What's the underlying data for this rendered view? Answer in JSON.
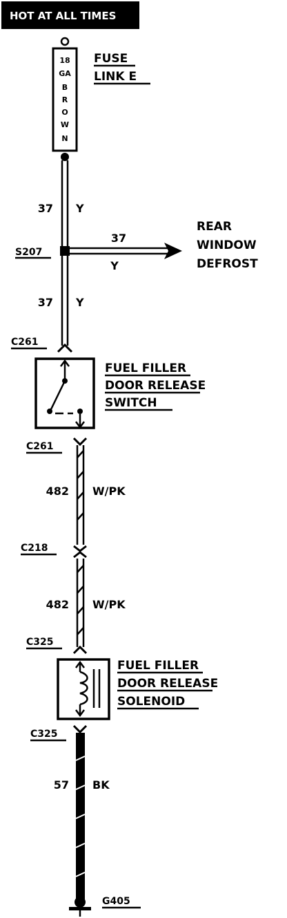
{
  "header": {
    "label": "HOT AT ALL TIMES"
  },
  "fuse": {
    "gauge_lines": [
      "18",
      "GA",
      "B",
      "R",
      "O",
      "W",
      "N"
    ],
    "name_lines": [
      "FUSE",
      "LINK E"
    ]
  },
  "circuits": {
    "c37_upper": {
      "number": "37",
      "color": "Y"
    },
    "c37_branch": {
      "number": "37",
      "color": "Y",
      "destination_lines": [
        "REAR",
        "WINDOW",
        "DEFROST"
      ]
    },
    "c37_lower": {
      "number": "37",
      "color": "Y"
    },
    "c482_upper": {
      "number": "482",
      "color": "W/PK"
    },
    "c482_lower": {
      "number": "482",
      "color": "W/PK"
    },
    "c57": {
      "number": "57",
      "color": "BK"
    }
  },
  "splice": {
    "id": "S207"
  },
  "connectors": {
    "c261_top": "C261",
    "c261_bottom": "C261",
    "c218": "C218",
    "c325_top": "C325",
    "c325_bottom": "C325"
  },
  "switch": {
    "name_lines": [
      "FUEL FILLER",
      "DOOR RELEASE",
      "SWITCH"
    ]
  },
  "solenoid": {
    "name_lines": [
      "FUEL FILLER",
      "DOOR RELEASE",
      "SOLENOID"
    ]
  },
  "ground": {
    "id": "G405"
  }
}
